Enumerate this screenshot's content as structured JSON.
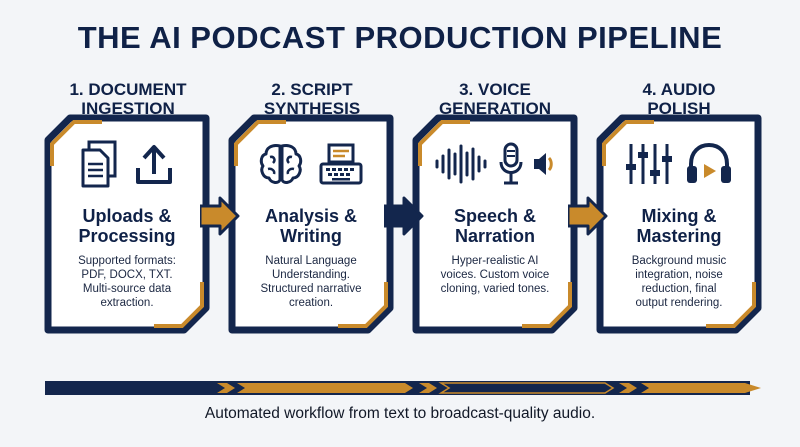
{
  "title": "THE AI PODCAST PRODUCTION PIPELINE",
  "colors": {
    "navy": "#13264d",
    "gold": "#c98a2b",
    "background": "#f3f5f8"
  },
  "stages": [
    {
      "heading_line1": "1. DOCUMENT",
      "heading_line2": "INGESTION",
      "card_title_line1": "Uploads &",
      "card_title_line2": "Processing",
      "desc_lines": [
        "Supported formats:",
        "PDF, DOCX, TXT.",
        "Multi-source data",
        "extraction."
      ],
      "icons": [
        "document-icon",
        "upload-icon"
      ]
    },
    {
      "heading_line1": "2. SCRIPT",
      "heading_line2": "SYNTHESIS",
      "card_title_line1": "Analysis &",
      "card_title_line2": "Writing",
      "desc_lines": [
        "Natural Language",
        "Understanding.",
        "Structured narrative",
        "creation."
      ],
      "icons": [
        "brain-icon",
        "typewriter-icon"
      ]
    },
    {
      "heading_line1": "3. VOICE",
      "heading_line2": "GENERATION",
      "card_title_line1": "Speech &",
      "card_title_line2": "Narration",
      "desc_lines": [
        "Hyper-realistic AI",
        "voices. Custom voice",
        "cloning, varied tones."
      ],
      "icons": [
        "waveform-icon",
        "microphone-icon",
        "speaker-icon"
      ]
    },
    {
      "heading_line1": "4. AUDIO",
      "heading_line2": "POLISH",
      "card_title_line1": "Mixing &",
      "card_title_line2": "Mastering",
      "desc_lines": [
        "Background music",
        "integration, noise",
        "reduction, final",
        "output rendering."
      ],
      "icons": [
        "mixer-sliders-icon",
        "headphones-icon"
      ]
    }
  ],
  "caption": "Automated workflow from text to broadcast-quality audio."
}
